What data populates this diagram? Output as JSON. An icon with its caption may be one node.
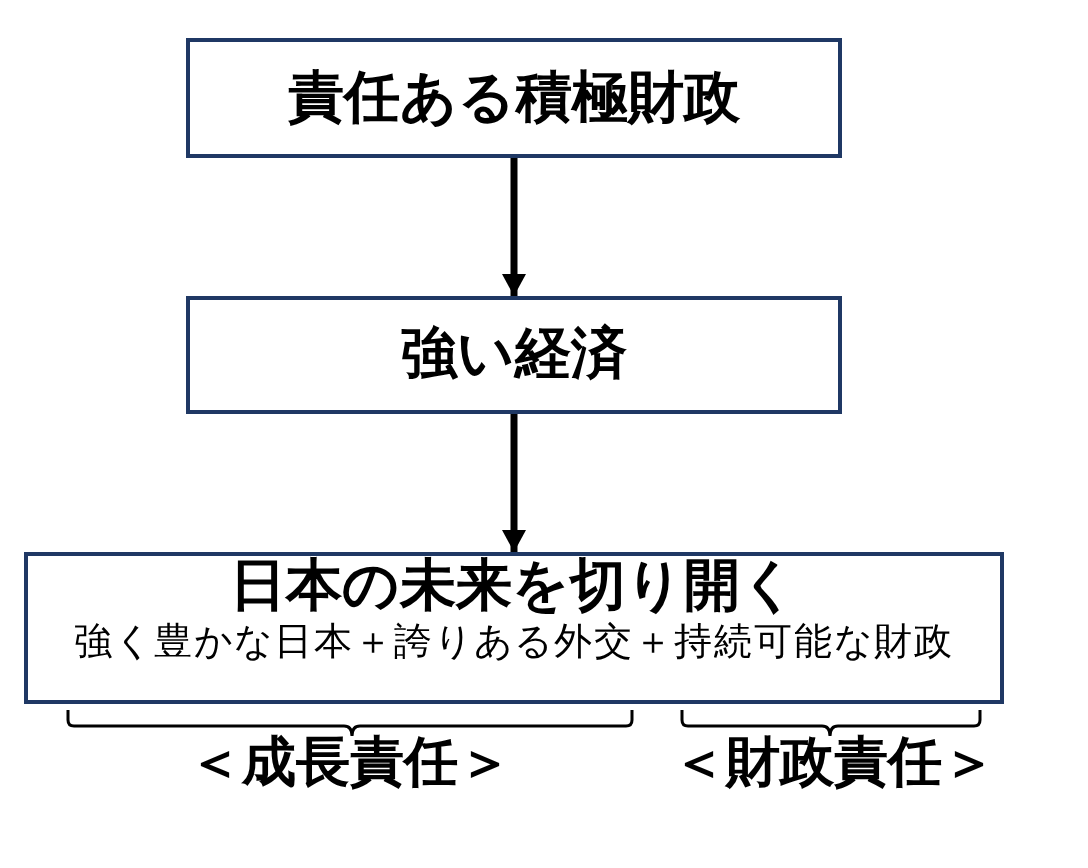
{
  "diagram": {
    "nodes": [
      {
        "text": [
          "責任ある積極財政"
        ]
      },
      {
        "text": [
          "強い経済"
        ]
      },
      {
        "text": [
          "日本の未来を切り開く",
          "強く豊かな日本＋誇りある外交＋持続可能な財政"
        ]
      }
    ],
    "edges": [
      {
        "from": 0,
        "to": 1,
        "arrow": "to"
      },
      {
        "from": 1,
        "to": 2,
        "arrow": "to"
      }
    ],
    "labels": [
      "＜成長責任＞",
      "＜財政責任＞"
    ]
  }
}
